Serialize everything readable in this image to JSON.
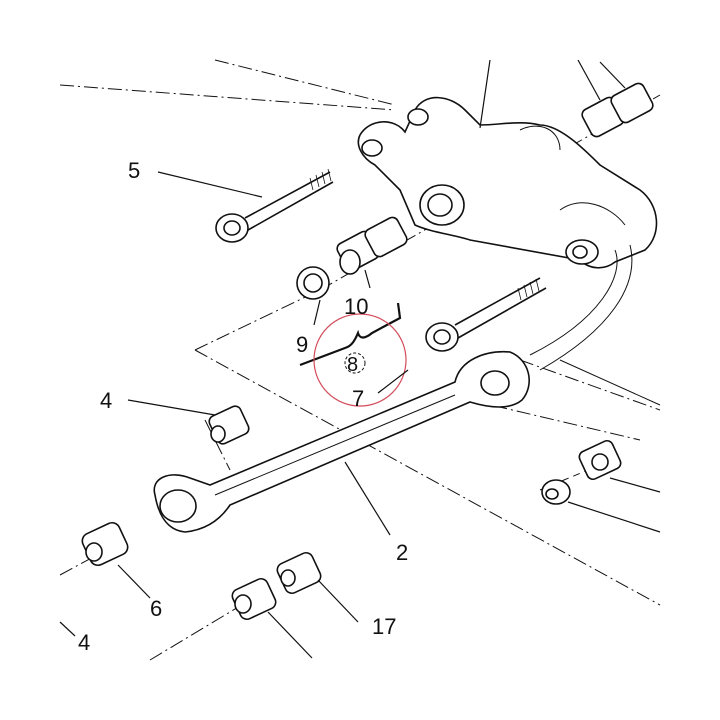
{
  "labels": {
    "l2": "2",
    "l4a": "4",
    "l4b": "4",
    "l5": "5",
    "l6": "6",
    "l7": "7",
    "l8": "8",
    "l9": "9",
    "l10": "10",
    "l17": "17"
  },
  "colors": {
    "line": "#111111",
    "highlight_circle": "#d24a5a",
    "background": "#ffffff"
  }
}
